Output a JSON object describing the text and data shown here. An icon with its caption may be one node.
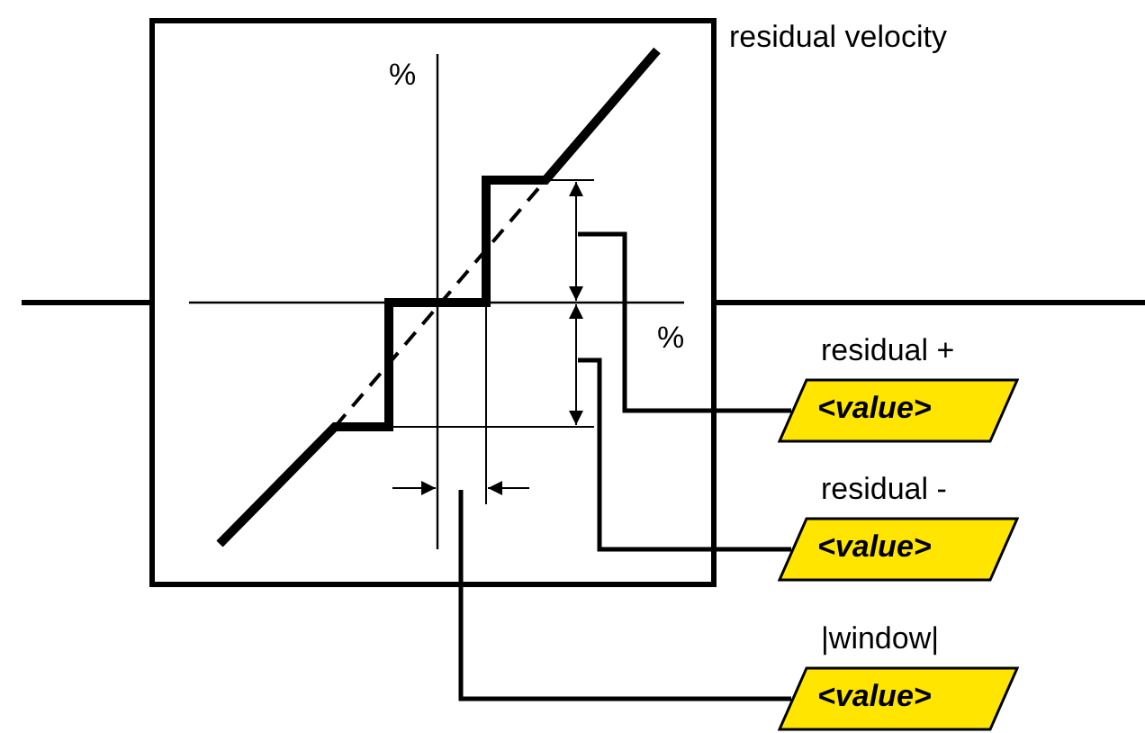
{
  "diagram": {
    "nodes": [
      {
        "text": [
          "residual velocity"
        ]
      },
      {
        "text": [],
        "shape": "line",
        "in": 0
      },
      {
        "text": [],
        "shape": "line",
        "in": 0
      },
      {
        "text": [],
        "shape": "line",
        "in": 0
      },
      {
        "text": [
          "<value>"
        ],
        "beside": [
          "residual +"
        ]
      },
      {
        "text": [
          "<value>"
        ],
        "beside": [
          "residual -"
        ]
      },
      {
        "text": [
          "<value>"
        ],
        "beside": [
          "|window|"
        ]
      }
    ],
    "edges": [
      {
        "from": null,
        "to": 0,
        "arrow": "none"
      },
      {
        "from": 0,
        "to": null,
        "arrow": "none"
      },
      {
        "from": 1,
        "to": 4,
        "arrow": "none"
      },
      {
        "from": 2,
        "to": 5,
        "arrow": "none"
      },
      {
        "from": 3,
        "to": 6,
        "arrow": "none"
      }
    ],
    "labels": [
      "%",
      "%"
    ]
  }
}
